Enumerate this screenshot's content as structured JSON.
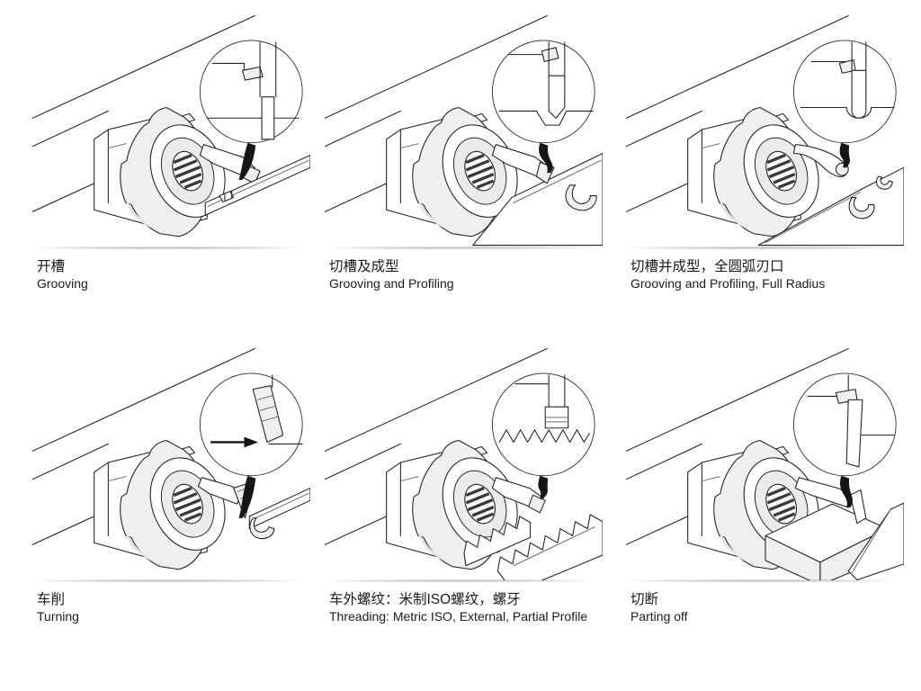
{
  "page": {
    "background": "#ffffff"
  },
  "colors": {
    "line": "#232323",
    "fill_light": "#efefef",
    "fill_shade": "#e3e3e3",
    "pointer_black": "#161616",
    "text": "#1b1b1b"
  },
  "panels": [
    {
      "id": "grooving",
      "title_zh": "开槽",
      "title_en": "Grooving"
    },
    {
      "id": "grooving-profiling",
      "title_zh": "切槽及成型",
      "title_en": "Grooving and Profiling"
    },
    {
      "id": "grooving-profiling-full-radius",
      "title_zh": "切槽并成型，全圆弧刃口",
      "title_en": "Grooving and Profiling, Full Radius"
    },
    {
      "id": "turning",
      "title_zh": "车削",
      "title_en": "Turning"
    },
    {
      "id": "threading-metric-iso",
      "title_zh": "车外螺纹：米制ISO螺纹，螺牙",
      "title_en": "Threading: Metric ISO, External, Partial Profile"
    },
    {
      "id": "parting-off",
      "title_zh": "切断",
      "title_en": "Parting off"
    }
  ]
}
